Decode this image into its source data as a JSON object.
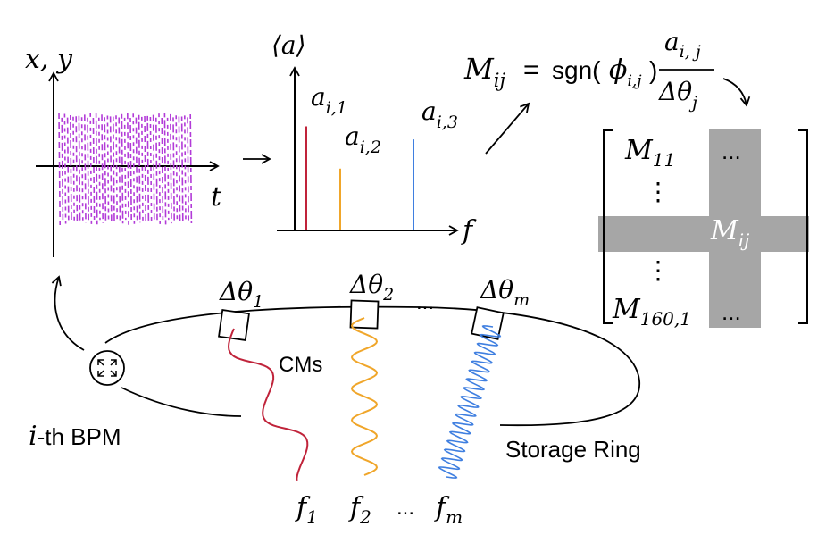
{
  "signal_panel": {
    "y_label": "x, y",
    "x_label": "t",
    "trace_color": "#b23bd8"
  },
  "spectrum_panel": {
    "y_label": "⟨a⟩",
    "x_label": "f",
    "peaks": [
      {
        "base": "a",
        "sub": "i,1",
        "color": "#c0233a",
        "rel_height": 0.64
      },
      {
        "base": "a",
        "sub": "i,2",
        "color": "#f0a62a",
        "rel_height": 0.38
      },
      {
        "base": "a",
        "sub": "i,3",
        "color": "#3f7fe0",
        "rel_height": 0.56
      }
    ]
  },
  "formula": {
    "lhs_base": "M",
    "lhs_sub": "ij",
    "equals": "=",
    "sgn": "sgn(",
    "phi": "ϕ",
    "phi_sub": "i,j",
    "close": ")",
    "num_base": "a",
    "num_sub": "i, j",
    "den": "Δθ",
    "den_sub": "j"
  },
  "matrix": {
    "r1c1_base": "M",
    "r1c1_sub": "11",
    "r1c2": "...",
    "vdots": "⋮",
    "center_base": "M",
    "center_sub": "ij",
    "rnc1_base": "M",
    "rnc1_sub": "160,1",
    "rnc2": "...",
    "highlight_color": "#a6a6a6"
  },
  "ring": {
    "cm_labels": [
      {
        "base": "Δθ",
        "sub": "1"
      },
      {
        "base": "Δθ",
        "sub": "2"
      },
      {
        "base": "Δθ",
        "sub": "m"
      }
    ],
    "cm_ellipsis": "...",
    "cms_label": "CMs",
    "bpm_prefix": "i",
    "bpm_suffix": "-th BPM",
    "storage_label": "Storage Ring",
    "freq_labels": [
      {
        "base": "f",
        "sub": "1"
      },
      {
        "base": "f",
        "sub": "2"
      },
      {
        "base": "f",
        "sub": "m"
      }
    ],
    "freq_ellipsis": "...",
    "wave_colors": [
      "#c0233a",
      "#f0a62a",
      "#3f7fe0"
    ]
  }
}
